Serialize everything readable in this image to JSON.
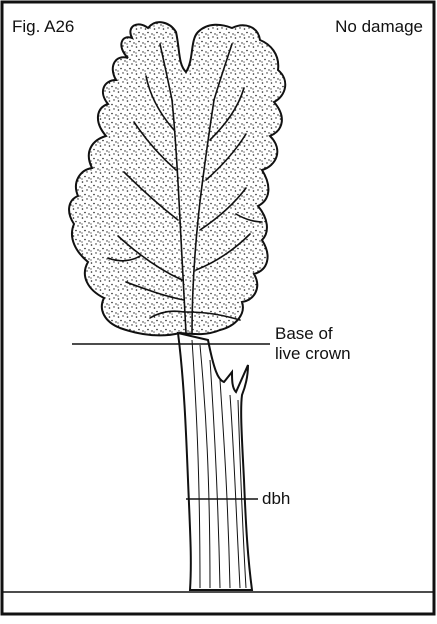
{
  "figure": {
    "fig_label": "Fig. A26",
    "status_label": "No damage",
    "labels": {
      "crown_line1": "Base of",
      "crown_line2": "live crown",
      "dbh": "dbh"
    }
  },
  "colors": {
    "ink": "#111111",
    "background": "#ffffff"
  }
}
